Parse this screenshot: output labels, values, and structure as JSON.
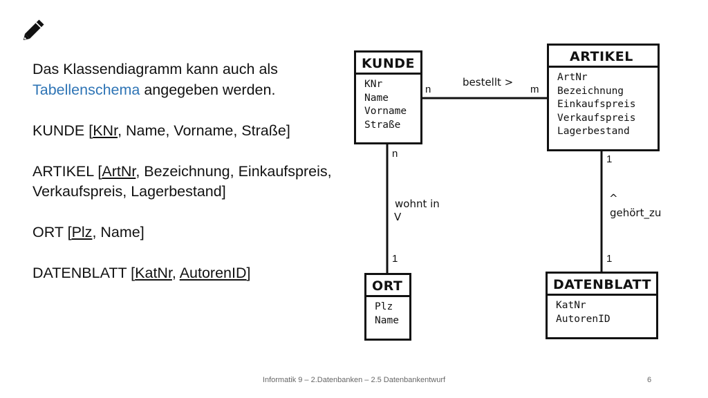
{
  "text": {
    "line1": "Das Klassendiagramm kann auch als",
    "line2_accent": "Tabellenschema",
    "line2_rest": " angegeben werden.",
    "kunde": {
      "prefix": "KUNDE [",
      "key": "KNr",
      "rest": ", Name, Vorname, Straße]"
    },
    "artikel": {
      "prefix": "ARTIKEL [",
      "key": "ArtNr",
      "rest": ", Bezeichnung, Einkaufspreis,",
      "cont": "Verkaufspreis, Lagerbestand]"
    },
    "ort": {
      "prefix": "ORT [",
      "key": "Plz",
      "rest": ", Name]"
    },
    "datenblatt": {
      "prefix": "DATENBLATT [",
      "key1": "KatNr",
      "sep": ", ",
      "key2": "AutorenID",
      "suffix": "]"
    }
  },
  "entities": {
    "kunde": {
      "title": "KUNDE",
      "attrs": [
        "KNr",
        "Name",
        "Vorname",
        "Straße"
      ]
    },
    "artikel": {
      "title": "ARTIKEL",
      "attrs": [
        "ArtNr",
        "Bezeichnung",
        "Einkaufspreis",
        "Verkaufspreis",
        "Lagerbestand"
      ]
    },
    "ort": {
      "title": "ORT",
      "attrs": [
        "Plz",
        "Name"
      ]
    },
    "datenblatt": {
      "title": "DATENBLATT",
      "attrs": [
        "KatNr",
        "AutorenID"
      ]
    }
  },
  "relations": {
    "bestellt": {
      "label": "bestellt >",
      "card_left": "n",
      "card_right": "m"
    },
    "wohnt": {
      "label": "wohnt in",
      "arrow": "V",
      "card_top": "n",
      "card_bottom": "1"
    },
    "gehoert": {
      "arrow": "^",
      "label": "gehört_zu",
      "card_top": "1",
      "card_bottom": "1"
    }
  },
  "footer": {
    "text": "Informatik 9 – 2.Datenbanken – 2.5 Datenbankentwurf",
    "page": "6"
  },
  "icons": {
    "pencil": "pencil-icon"
  }
}
